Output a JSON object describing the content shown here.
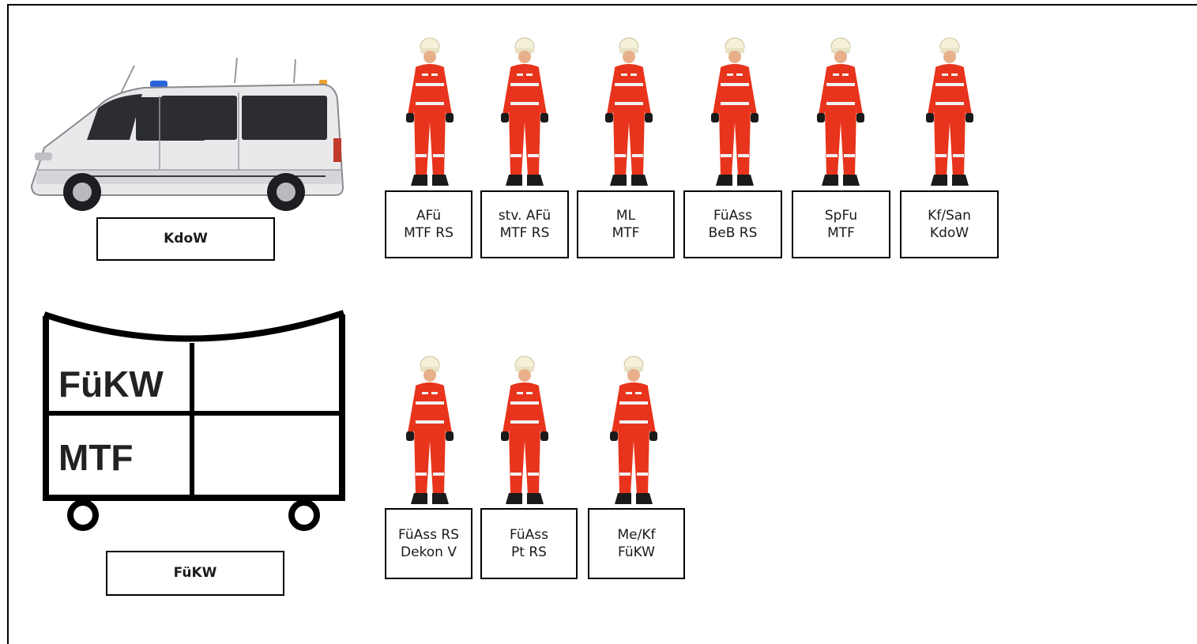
{
  "vehicles": [
    {
      "name": "KdoW",
      "crew": [
        {
          "line1": "AFü",
          "line2": "MTF RS"
        },
        {
          "line1": "stv. AFü",
          "line2": "MTF RS"
        },
        {
          "line1": "ML",
          "line2": "MTF"
        },
        {
          "line1": "FüAss",
          "line2": "BeB RS"
        },
        {
          "line1": "SpFu",
          "line2": "MTF"
        },
        {
          "line1": "Kf/San",
          "line2": "KdoW"
        }
      ]
    },
    {
      "name": "FüKW",
      "symbol": {
        "cell1": "FüKW",
        "cell2": "MTF"
      },
      "crew": [
        {
          "line1": "FüAss RS",
          "line2": "Dekon V"
        },
        {
          "line1": "FüAss",
          "line2": "Pt RS"
        },
        {
          "line1": "Me/Kf",
          "line2": "FüKW"
        }
      ]
    }
  ],
  "colors": {
    "suit": "#e8341c",
    "suit_stripe": "#f2f2f2",
    "helmet": "#f5f0d8",
    "boots": "#1a1a1a",
    "van_body": "#e9e9ec",
    "van_windows": "#2b2d31",
    "beacon": "#2a63d8"
  }
}
